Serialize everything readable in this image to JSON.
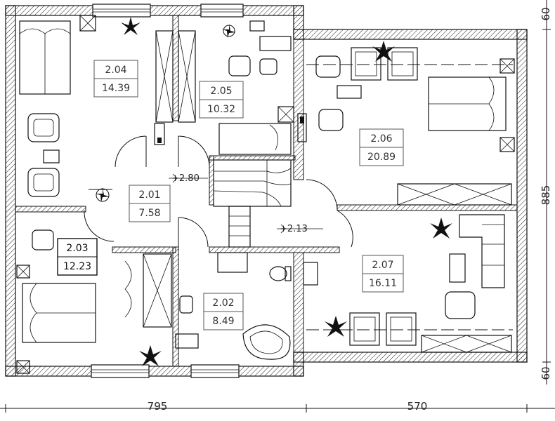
{
  "rooms": [
    {
      "id": "2.04",
      "area": "14.39"
    },
    {
      "id": "2.05",
      "area": "10.32"
    },
    {
      "id": "2.06",
      "area": "20.89"
    },
    {
      "id": "2.01",
      "area": "7.58"
    },
    {
      "id": "2.03",
      "area": "12.23"
    },
    {
      "id": "2.02",
      "area": "8.49"
    },
    {
      "id": "2.07",
      "area": "16.11"
    }
  ],
  "levels": [
    {
      "value": "+2.80"
    },
    {
      "value": "+2.13"
    }
  ],
  "dimensions": {
    "bottom_left": "795",
    "bottom_right": "570",
    "right_top": "60",
    "right_middle": "885",
    "right_bottom": "60"
  },
  "colors": {
    "line": "#111111",
    "hatch": "#222222",
    "text": "#333333"
  }
}
